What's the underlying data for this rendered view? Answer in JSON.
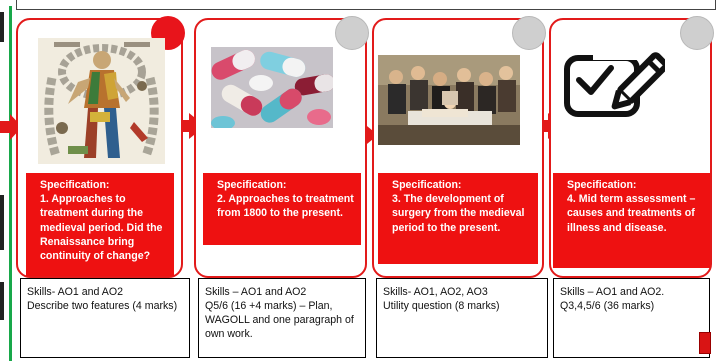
{
  "cards": [
    {
      "spec_heading": "Specification:",
      "spec_body": "1. Approaches to treatment during the medieval period. Did the Renaissance bring continuity of change?",
      "skills": "Skills- AO1 and AO2\nDescribe two features (4 marks)",
      "image": "medieval-zodiac-man-illustration",
      "circle": "red"
    },
    {
      "spec_heading": "Specification:",
      "spec_body": "2. Approaches to treatment from 1800 to the present.",
      "skills": "Skills – AO1 and AO2\nQ5/6 (16 +4 marks) – Plan, WAGOLL and one paragraph of own work.",
      "image": "pills-photo",
      "circle": "grey"
    },
    {
      "spec_heading": "Specification:",
      "spec_body": "3. The development of surgery from the medieval period to the present.",
      "skills": "Skills- AO1, AO2, AO3\nUtility question (8 marks)",
      "image": "surgery-painting",
      "circle": "grey"
    },
    {
      "spec_heading": "Specification:",
      "spec_body": "4. Mid term assessment – causes and treatments of illness and disease.",
      "skills": "Skills – AO1 and AO2.\nQ3,4,5/6 (36 marks)",
      "image": "assessment-checklist-icon",
      "circle": "grey"
    }
  ],
  "colors": {
    "accent": "#ee1111",
    "border": "#e21a1a",
    "circle_active": "#e8141b",
    "circle_inactive": "#cfcfcf",
    "green_line": "#18a84a"
  }
}
